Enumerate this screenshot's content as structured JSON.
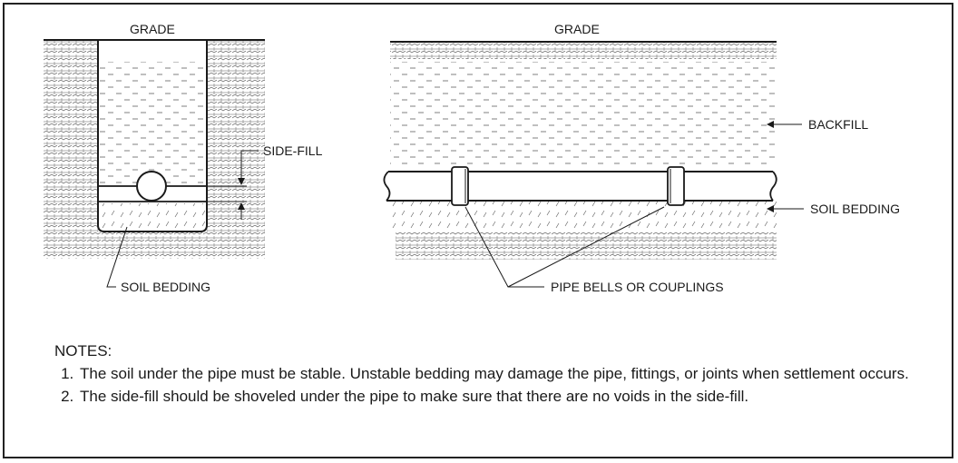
{
  "labels": {
    "grade_left": "GRADE",
    "grade_right": "GRADE",
    "side_fill": "SIDE-FILL",
    "soil_bedding_left": "SOIL BEDDING",
    "backfill": "BACKFILL",
    "soil_bedding_right": "SOIL BEDDING",
    "pipe_bells": "PIPE BELLS OR COUPLINGS"
  },
  "notes": {
    "heading": "NOTES:",
    "items": [
      "The soil under the pipe must be stable. Unstable bedding may damage the pipe, fittings, or joints when settlement occurs.",
      "The side-fill should be shoveled under the pipe to make sure that there are no voids in the side-fill."
    ]
  },
  "colors": {
    "ink": "#1a1a1a",
    "background": "#ffffff"
  }
}
